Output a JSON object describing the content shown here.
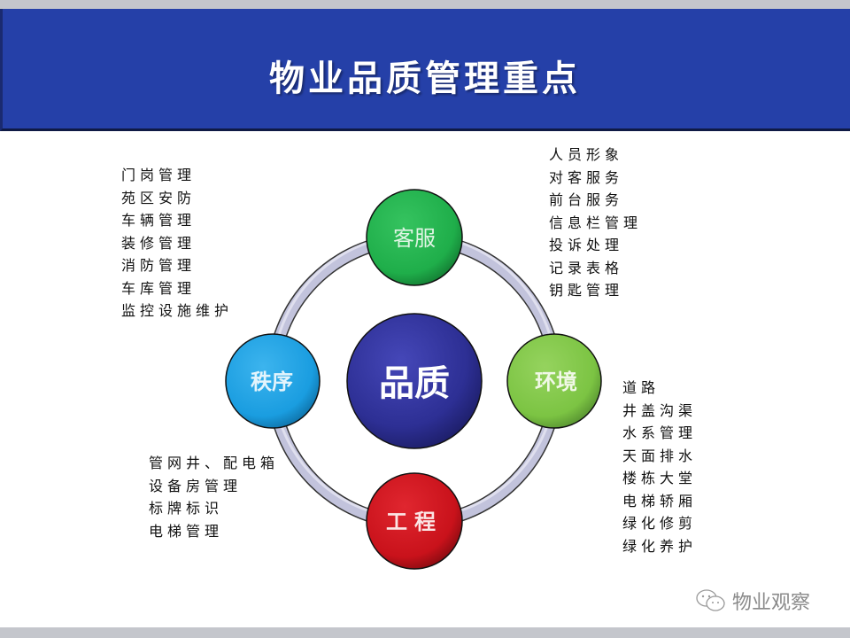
{
  "header": {
    "title": "物业品质管理重点",
    "background_color": "#2540a8"
  },
  "diagram": {
    "center": {
      "label": "品质",
      "color": "#2d2f94"
    },
    "nodes": [
      {
        "id": "kefu",
        "label": "客服",
        "color": "#1fae4a",
        "position": "top"
      },
      {
        "id": "huanjing",
        "label": "环境",
        "color": "#7cc443",
        "position": "right"
      },
      {
        "id": "gongcheng",
        "label": "工程",
        "color": "#c9121b",
        "position": "bottom"
      },
      {
        "id": "zhixu",
        "label": "秩序",
        "color": "#1a9de0",
        "position": "left"
      }
    ],
    "ring_color": "#b9bad6"
  },
  "lists": {
    "zhixu": [
      "门岗管理",
      "苑区安防",
      "车辆管理",
      "装修管理",
      "消防管理",
      "车库管理",
      "监控设施维护"
    ],
    "kefu": [
      "人员形象",
      "对客服务",
      "前台服务",
      "信息栏管理",
      "投诉处理",
      "记录表格",
      "钥匙管理"
    ],
    "huanjing": [
      "道路",
      "井盖沟渠",
      "水系管理",
      "天面排水",
      "楼栋大堂",
      "电梯轿厢",
      "绿化修剪",
      "绿化养护"
    ],
    "gongcheng": [
      "管网井、配电箱",
      "设备房管理",
      "标牌标识",
      "电梯管理"
    ]
  },
  "watermark": {
    "icon": "wechat-icon",
    "text": "物业观察"
  }
}
